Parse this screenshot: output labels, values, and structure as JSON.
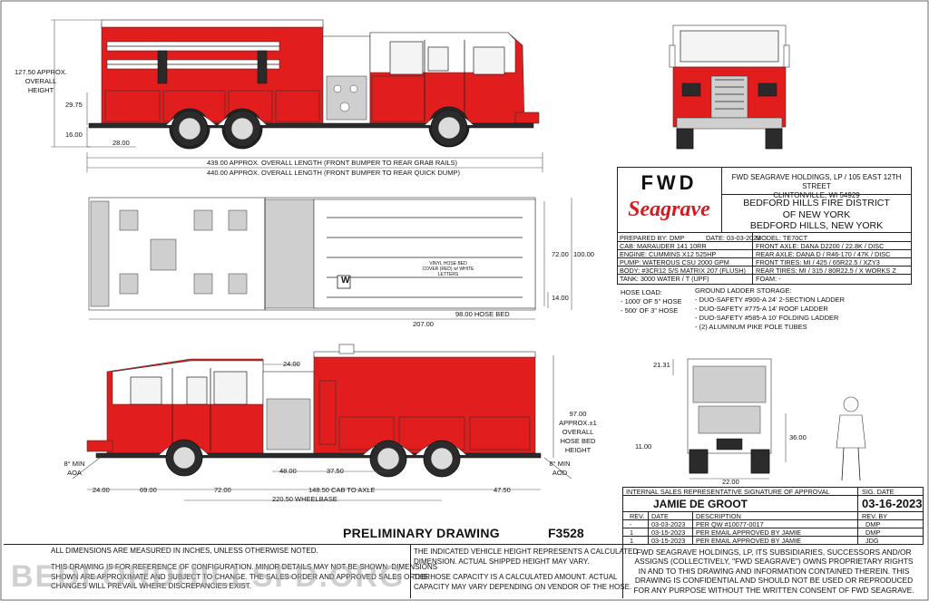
{
  "dimensions": {
    "height_overall": "127.50 APPROX.\nOVERALL\nHEIGHT",
    "height_overall_l1": "127.50 APPROX.",
    "height_overall_l2": "OVERALL",
    "height_overall_l3": "HEIGHT",
    "d_29_75": "29.75",
    "d_16": "16.00",
    "d_28": "28.00",
    "overall_length_grab": "439.00 APPROX. OVERALL LENGTH (FRONT BUMPER TO REAR GRAB RAILS)",
    "overall_length_dump": "440.00 APPROX. OVERALL LENGTH (FRONT BUMPER TO REAR QUICK DUMP)",
    "width_72": "72.00",
    "width_100": "100.00",
    "d_14": "14.00",
    "d_207": "207.00",
    "hose_bed": "98.00 HOSE BED",
    "cover_note": "VINYL HOSE BED COVER (RED) w/ WHITE LETTERS",
    "d_24_top": "24.00",
    "hose_bed_height_l1": "97.00 APPROX.±1",
    "hose_bed_height_l2": "OVERALL",
    "hose_bed_height_l3": "HOSE BED",
    "hose_bed_height_l4": "HEIGHT",
    "aoa_l1": "8° MIN",
    "aoa_l2": "AOA",
    "aod_l1": "8° MIN",
    "aod_l2": "AOD",
    "d_48": "48.00",
    "d_37_5": "37.50",
    "d_24": "24.00",
    "d_69": "69.00",
    "d_72": "72.00",
    "cab_to_axle": "148.50 CAB TO AXLE",
    "d_47_5": "47.50",
    "wheelbase": "220.50 WHEELBASE",
    "d_21_31": "21.31",
    "d_11": "11.00",
    "d_36": "36.00",
    "d_22": "22.00",
    "letter_w": "W"
  },
  "logo": {
    "fwd": "FWD",
    "seagrave": "Seagrave"
  },
  "company_address": {
    "line1": "FWD SEAGRAVE HOLDINGS, LP / 105 EAST 12TH STREET",
    "line2": "CLINTONVILLE, WI 54929"
  },
  "customer": {
    "line1": "BEDFORD HILLS FIRE DISTRICT",
    "line2": "OF NEW YORK",
    "line3": "BEDFORD HILLS, NEW YORK"
  },
  "specs": {
    "prepared_by": "PREPARED BY: DMP",
    "date": "DATE: 03-03-2023",
    "model": "MODEL: TE70CT",
    "cab": "CAB: MARAUDER 141 10RR",
    "engine": "ENGINE: CUMMINS X12 525HP",
    "pump": "PUMP: WATEROUS CSU 2000 GPM",
    "body": "BODY: #3CR12 S/S MATRIX 207 (FLUSH)",
    "tank": "TANK: 3000 WATER / T (UPF)",
    "front_axle": "FRONT AXLE: DANA D2200 / 22.8K / DISC",
    "rear_axle": "REAR AXLE: DANA D / R46-170 / 47K / DISC",
    "front_tires": "FRONT TIRES: MI / 425 / 65R22.5 / XZY3",
    "rear_tires": "REAR TIRES: MI / 315 / 80R22.5 / X WORKS Z",
    "foam": "FOAM: -"
  },
  "hose_load": {
    "title": "HOSE LOAD:",
    "items": [
      "- 1000' OF 5\" HOSE",
      "- 500' OF 3\" HOSE"
    ]
  },
  "ladder_storage": {
    "title": "GROUND LADDER STORAGE:",
    "items": [
      "- DUO-SAFETY #900-A 24' 2-SECTION LADDER",
      "- DUO-SAFETY #775-A 14' ROOF LADDER",
      "- DUO-SAFETY #585-A 10' FOLDING LADDER",
      "- (2) ALUMINUM PIKE POLE TUBES"
    ]
  },
  "approval": {
    "header_sig": "INTERNAL SALES REPRESENTATIVE SIGNATURE OF APPROVAL",
    "header_date": "SIG. DATE",
    "signer": "JAMIE DE GROOT",
    "sig_date": "03-16-2023",
    "rev_label": "REV. BY",
    "col_rev": "REV.",
    "col_date": "DATE",
    "col_desc": "DESCRIPTION",
    "rows": [
      {
        "rev": "-",
        "date": "03-03-2023",
        "desc": "PER QW #10077-0017",
        "by": "DMP"
      },
      {
        "rev": "1",
        "date": "03-15-2023",
        "desc": "PER EMAIL APPROVED BY JAMIE",
        "by": "DMP"
      },
      {
        "rev": "1",
        "date": "03-15-2023",
        "desc": "PER EMAIL APPROVED BY JAMIE",
        "by": "JDG"
      }
    ]
  },
  "footer": {
    "preliminary": "PRELIMINARY DRAWING",
    "drawing_number": "F3528",
    "all_dims": "ALL DIMENSIONS ARE MEASURED IN INCHES, UNLESS OTHERWISE NOTED.",
    "ref_l1": "THIS DRAWING IS FOR REFERENCE OF CONFIGURATION. MINOR DETAILS MAY NOT BE SHOWN. DIMENSIONS",
    "ref_l2": "SHOWN ARE APPROXIMATE AND SUBJECT TO CHANGE. THE SALES ORDER AND APPROVED SALES ORDER",
    "ref_l3": "CHANGES WILL PREVAIL WHERE DISCREPANCIES EXIST.",
    "height_l1": "THE INDICATED VEHICLE HEIGHT REPRESENTS A CALCULATED",
    "height_l2": "DIMENSION. ACTUAL SHIPPED HEIGHT MAY VARY.",
    "hose_l1": "THE HOSE CAPACITY IS A CALCULATED AMOUNT. ACTUAL",
    "hose_l2": "CAPACITY MAY VARY DEPENDING ON VENDOR OF THE HOSE.",
    "legal_l1": "FWD SEAGRAVE HOLDINGS, LP, ITS SUBSIDIARIES, SUCCESSORS AND/OR",
    "legal_l2": "ASSIGNS (COLLECTIVELY, \"FWD SEAGRAVE\") OWNS PROPRIETARY RIGHTS",
    "legal_l3": "IN AND TO THIS DRAWING AND INFORMATION CONTAINED THEREIN. THIS",
    "legal_l4": "DRAWING IS CONFIDENTIAL AND SHOULD NOT BE USED OR REPRODUCED",
    "legal_l5": "FOR ANY PURPOSE WITHOUT THE WRITTEN CONSENT OF FWD SEAGRAVE.",
    "watermark": "BEDFORDHILLSFD.ORG"
  },
  "colors": {
    "apparatus_red": "#e11d1d",
    "seagrave_red": "#d71920"
  }
}
